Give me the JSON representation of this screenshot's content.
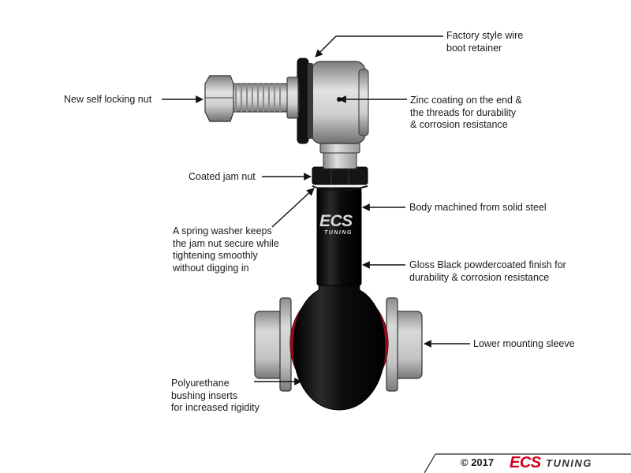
{
  "callouts": {
    "boot_retainer": "Factory style wire\nboot retainer",
    "self_locking_nut": "New self locking nut",
    "zinc_coating": "Zinc coating on the end &\nthe threads for durability\n& corrosion resistance",
    "jam_nut": "Coated jam nut",
    "body_machined": "Body machined from solid steel",
    "spring_washer": "A spring washer keeps\nthe jam nut secure while\ntightening smoothly\nwithout digging in",
    "powdercoat": "Gloss Black powdercoated finish for\ndurability & corrosion resistance",
    "mounting_sleeve": "Lower mounting sleeve",
    "bushing": "Polyurethane\nbushing inserts\nfor increased rigidity"
  },
  "footer": {
    "copyright": "© 2017",
    "brand": "ECS",
    "brand_sub": "TUNING"
  },
  "colors": {
    "body_black": "#111111",
    "bushing_red": "#c8102e",
    "zinc_gray": "#b3b3b3",
    "brand_red": "#d0021b"
  }
}
